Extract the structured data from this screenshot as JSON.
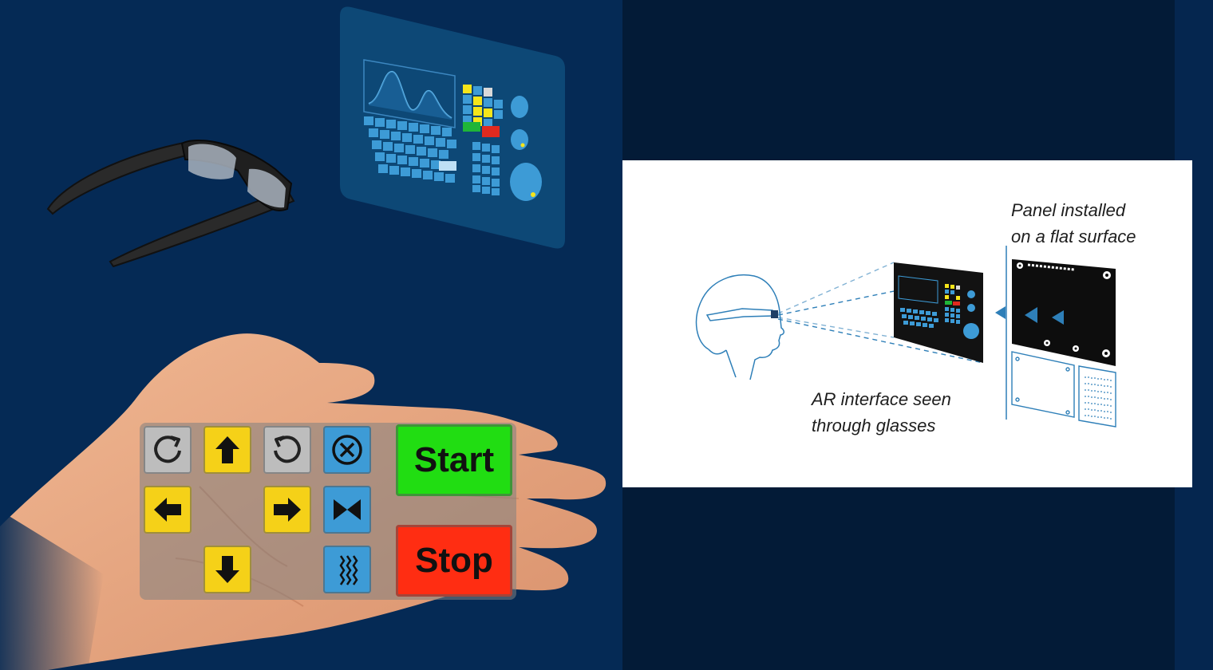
{
  "colors": {
    "left_background": "#052a55",
    "right_background": "#031b37",
    "start_button": "#21dd12",
    "stop_button": "#ff2d12",
    "gray_key": "#bdbdbd",
    "yellow_key": "#f5d118",
    "blue_key": "#3d9bd6",
    "diagram_line": "#2e7fb8"
  },
  "palm_keypad": {
    "keys": [
      {
        "icon": "rotate-clockwise-icon",
        "color": "gray"
      },
      {
        "icon": "arrow-up-icon",
        "color": "yellow"
      },
      {
        "icon": "rotate-counterclockwise-icon",
        "color": "gray"
      },
      {
        "icon": "cancel-circle-x-icon",
        "color": "blue"
      },
      {
        "icon": "arrow-left-icon",
        "color": "yellow"
      },
      {
        "icon": "arrow-right-icon",
        "color": "yellow"
      },
      {
        "icon": "bowtie-icon",
        "color": "blue"
      },
      {
        "icon": "arrow-down-icon",
        "color": "yellow"
      },
      {
        "icon": "coolant-wave-icon",
        "color": "blue"
      }
    ],
    "start_label": "Start",
    "stop_label": "Stop"
  },
  "diagram": {
    "panel_caption": "Panel installed\non a flat surface",
    "ar_caption": "AR interface seen\nthrough glasses"
  }
}
